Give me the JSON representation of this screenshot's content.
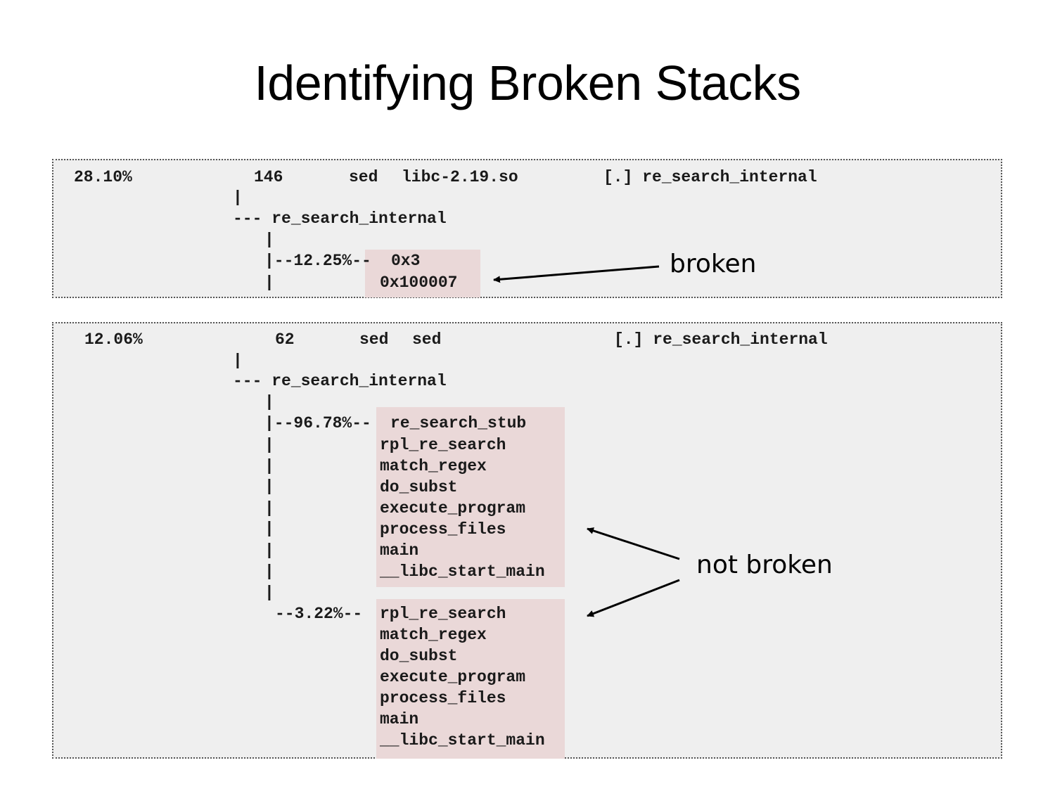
{
  "title": "Identifying Broken Stacks",
  "panel1": {
    "header": {
      "overhead": "28.10%",
      "samples": "146",
      "command": "sed",
      "object": "libc-2.19.so",
      "symbol": "[.] re_search_internal"
    },
    "vbar": "|",
    "root": "--- re_search_internal",
    "branch_pipe": "|",
    "branch_pct": "|--12.25%--",
    "frames": [
      "0x3",
      "0x100007"
    ],
    "cont_pipe": "|"
  },
  "panel2": {
    "header": {
      "overhead": "12.06%",
      "samples": "62",
      "command": "sed",
      "object": "sed",
      "symbol": "[.] re_search_internal"
    },
    "vbar": "|",
    "root": "--- re_search_internal",
    "pipe": "|",
    "branch1_pct": "|--96.78%--",
    "branch1_frames": [
      "re_search_stub",
      "rpl_re_search",
      "match_regex",
      "do_subst",
      "execute_program",
      "process_files",
      "main",
      "__libc_start_main"
    ],
    "branch2_pct": "--3.22%--",
    "branch2_frames": [
      "rpl_re_search",
      "match_regex",
      "do_subst",
      "execute_program",
      "process_files",
      "main",
      "__libc_start_main"
    ]
  },
  "annotations": {
    "broken": "broken",
    "not_broken": "not broken"
  },
  "colors": {
    "panel_bg": "#efefef",
    "highlight": "#ead8d8",
    "text": "#1a1a1a"
  }
}
